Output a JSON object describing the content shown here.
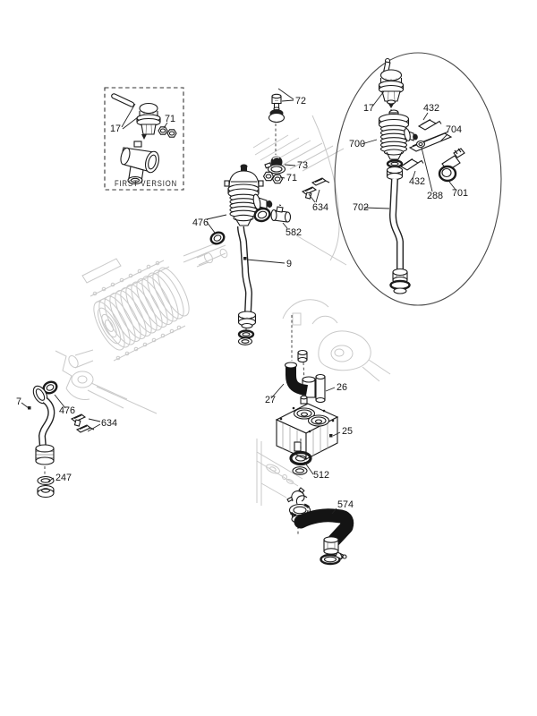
{
  "diagram": {
    "inset_label": "FIRST VERSION",
    "callouts": [
      {
        "text": "17"
      },
      {
        "text": "71"
      },
      {
        "text": "72"
      },
      {
        "text": "73"
      },
      {
        "text": "71"
      },
      {
        "text": "634"
      },
      {
        "text": "582"
      },
      {
        "text": "476"
      },
      {
        "text": "9"
      },
      {
        "text": "700"
      },
      {
        "text": "17"
      },
      {
        "text": "432"
      },
      {
        "text": "704"
      },
      {
        "text": "432"
      },
      {
        "text": "288"
      },
      {
        "text": "701"
      },
      {
        "text": "702"
      },
      {
        "text": "7"
      },
      {
        "text": "476"
      },
      {
        "text": "634"
      },
      {
        "text": "247"
      },
      {
        "text": "27"
      },
      {
        "text": "26"
      },
      {
        "text": "25"
      },
      {
        "text": "512"
      },
      {
        "text": "574"
      }
    ],
    "colors": {
      "line": "#1a1a1a",
      "faint": "#c9c9c9",
      "hose": "#141414",
      "background": "#ffffff"
    }
  }
}
